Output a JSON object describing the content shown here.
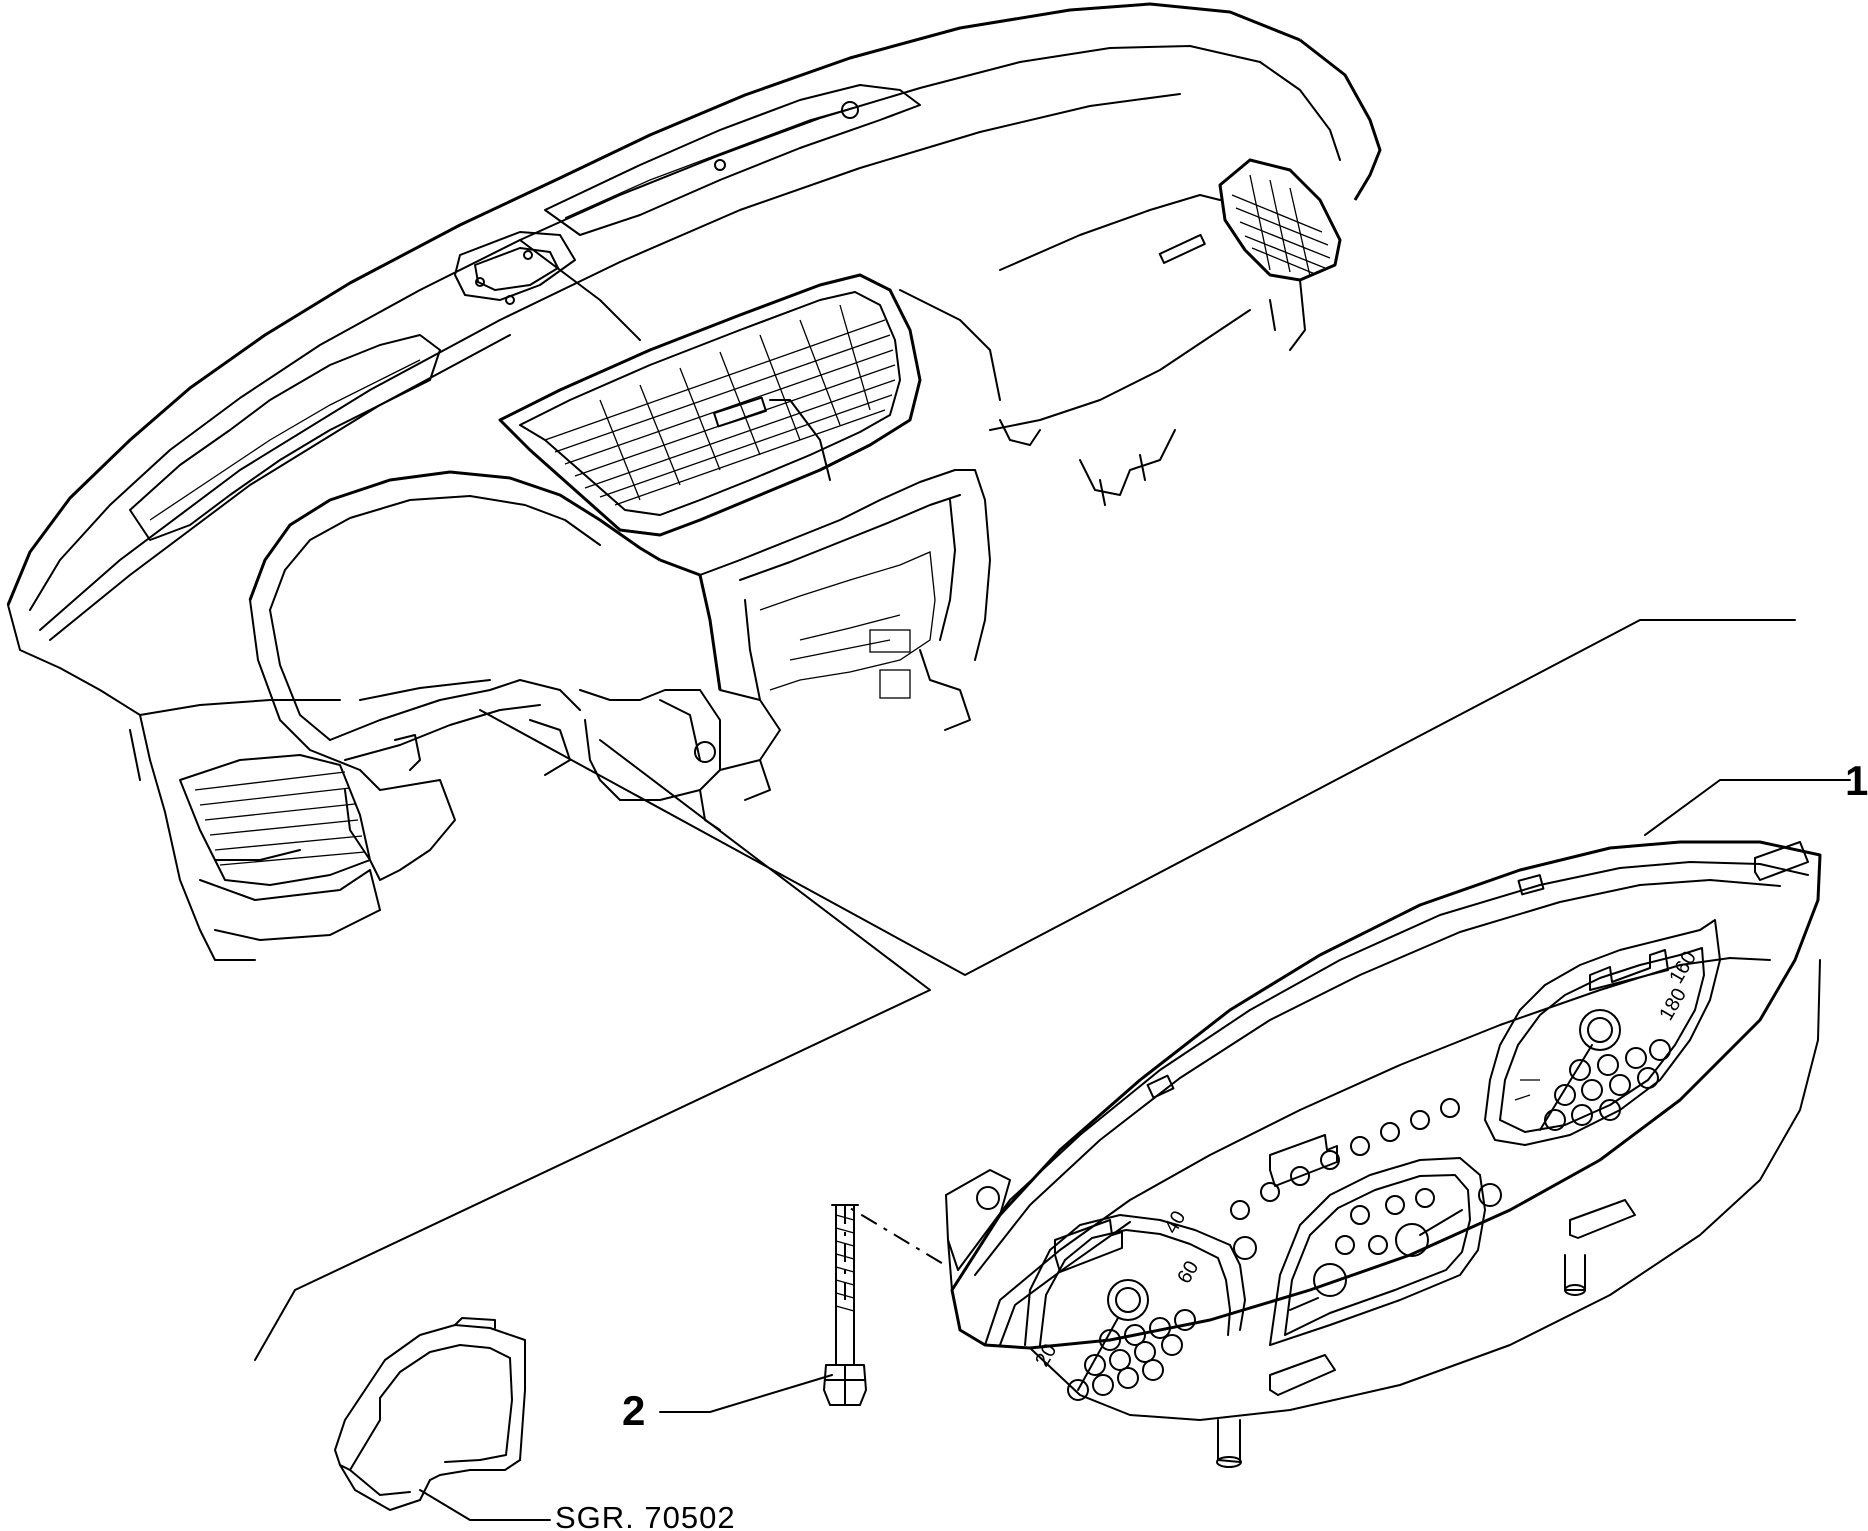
{
  "callouts": [
    {
      "id": "1",
      "label": "1"
    },
    {
      "id": "2",
      "label": "2"
    }
  ],
  "reference": {
    "label": "SGR. 70502"
  },
  "speedometer_ticks": [
    "180",
    "160"
  ],
  "left_gauge_ticks": [
    "60",
    "40",
    "20"
  ],
  "parts": {
    "dashboard": "dashboard-assembly",
    "cluster": "instrument-cluster",
    "screw": "cluster-screw",
    "bracket": "cover-bracket"
  }
}
